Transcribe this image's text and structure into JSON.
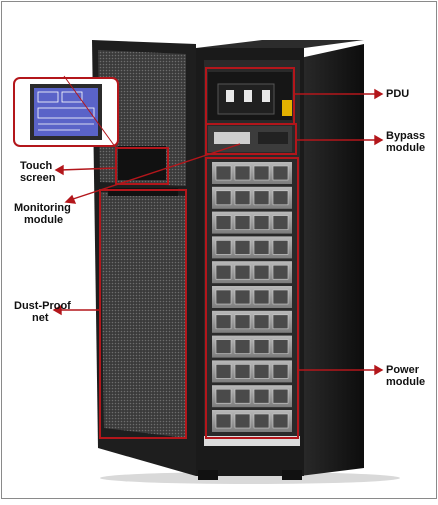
{
  "labels": {
    "pdu": "PDU",
    "bypass_line1": "Bypass",
    "bypass_line2": "module",
    "touch_line1": "Touch",
    "touch_line2": "screen",
    "monitoring_line1": "Monitoring",
    "monitoring_line2": "module",
    "dustproof_line1": "Dust-Proof",
    "dustproof_line2": "net",
    "power_line1": "Power",
    "power_line2": "module"
  },
  "colors": {
    "annotation": "#b3161b",
    "cabinet": "#1c1c1c",
    "module": "#9a9a9a"
  },
  "display": {
    "screen_color": "#5a63c8"
  }
}
